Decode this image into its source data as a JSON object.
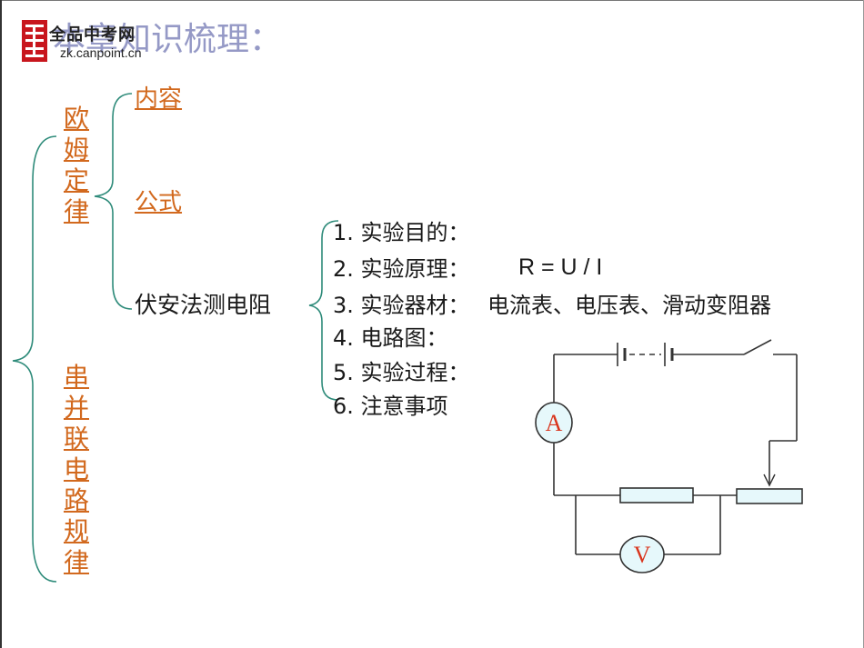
{
  "logo": {
    "name": "全品中考网",
    "url": "zk.canpoint.cn"
  },
  "title": "本章知识梳理：",
  "left_groups": [
    {
      "label": "欧姆定律"
    },
    {
      "label": "串并联电路规律"
    }
  ],
  "ohm_branches": {
    "content": "内容",
    "formula": "公式",
    "measure": "伏安法测电阻"
  },
  "experiment_items": [
    "1. 实验目的：",
    "2. 实验原理：",
    "3. 实验器材：",
    "4. 电路图：",
    "5. 实验过程：",
    "6. 注意事项"
  ],
  "principle_formula": "R = U / I",
  "equipment_list": "电流表、电压表、滑动变阻器",
  "circuit": {
    "ammeter_label": "A",
    "voltmeter_label": "V",
    "accent_color": "#d9341c",
    "component_fill": "#e6f8fb"
  },
  "colors": {
    "link": "#d2691e",
    "bracket": "#2e8b7a",
    "title": "#8a8fc0"
  }
}
